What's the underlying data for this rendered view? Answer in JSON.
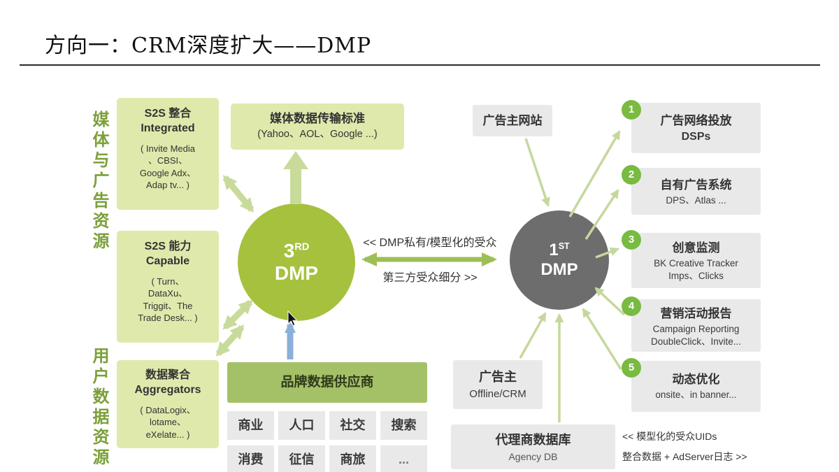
{
  "title": "方向一：CRM深度扩大——DMP",
  "colors": {
    "accent_green": "#a5c13e",
    "light_green_box": "#dfe9ac",
    "medium_green": "#a5c167",
    "gray_circle": "#6d6d6d",
    "gray_box": "#e9e9e9",
    "badge_green": "#79ba41",
    "arrow_green": "#c9db9b",
    "arrow_blue": "#8ab0d9",
    "label_green": "#7ba03a"
  },
  "left_labels": {
    "media": "媒体与广告资源",
    "user_data": "用户数据资源"
  },
  "media_boxes": [
    {
      "title": "S2S 整合\nIntegrated",
      "detail": "( Invite Media\n、CBSI、\nGoogle Adx、\nAdap tv... )"
    },
    {
      "title": "S2S 能力\nCapable",
      "detail": "( Turn、\nDataXu、\nTriggit、The\nTrade Desk... )"
    },
    {
      "title": "数据聚合\nAggregators",
      "detail": "( DataLogix、\nlotame、\neXelate... )"
    }
  ],
  "media_standard": {
    "title": "媒体数据传输标准",
    "subtitle": "(Yahoo、AOL、Google ...)"
  },
  "dmp_third": {
    "num": "3",
    "sup": "RD",
    "label": "DMP"
  },
  "dmp_first": {
    "num": "1",
    "sup": "ST",
    "label": "DMP"
  },
  "exchange": {
    "top": "<< DMP私有/模型化的受众",
    "bottom": "第三方受众细分 >>"
  },
  "advertiser_site": "广告主网站",
  "right_boxes": [
    {
      "num": "1",
      "title": "广告网络投放",
      "sub": "DSPs"
    },
    {
      "num": "2",
      "title": "自有广告系统",
      "sub": "DPS、Atlas ..."
    },
    {
      "num": "3",
      "title": "创意监测",
      "sub": "BK Creative Tracker\nImps、Clicks"
    },
    {
      "num": "4",
      "title": "营销活动报告",
      "sub": "Campaign Reporting\nDoubleClick、Invite..."
    },
    {
      "num": "5",
      "title": "动态优化",
      "sub": "onsite、in banner..."
    }
  ],
  "brand_supplier": "品牌数据供应商",
  "data_table": {
    "rows": [
      [
        "商业",
        "人口",
        "社交",
        "搜索"
      ],
      [
        "消费",
        "征信",
        "商旅",
        "..."
      ]
    ]
  },
  "advertiser_offline": {
    "title": "广告主",
    "sub": "Offline/CRM"
  },
  "agency_db": {
    "title": "代理商数据库",
    "sub": "Agency DB"
  },
  "agency_note": {
    "line1": "<< 模型化的受众UIDs",
    "line2": "整合数据 + AdServer日志 >>"
  }
}
